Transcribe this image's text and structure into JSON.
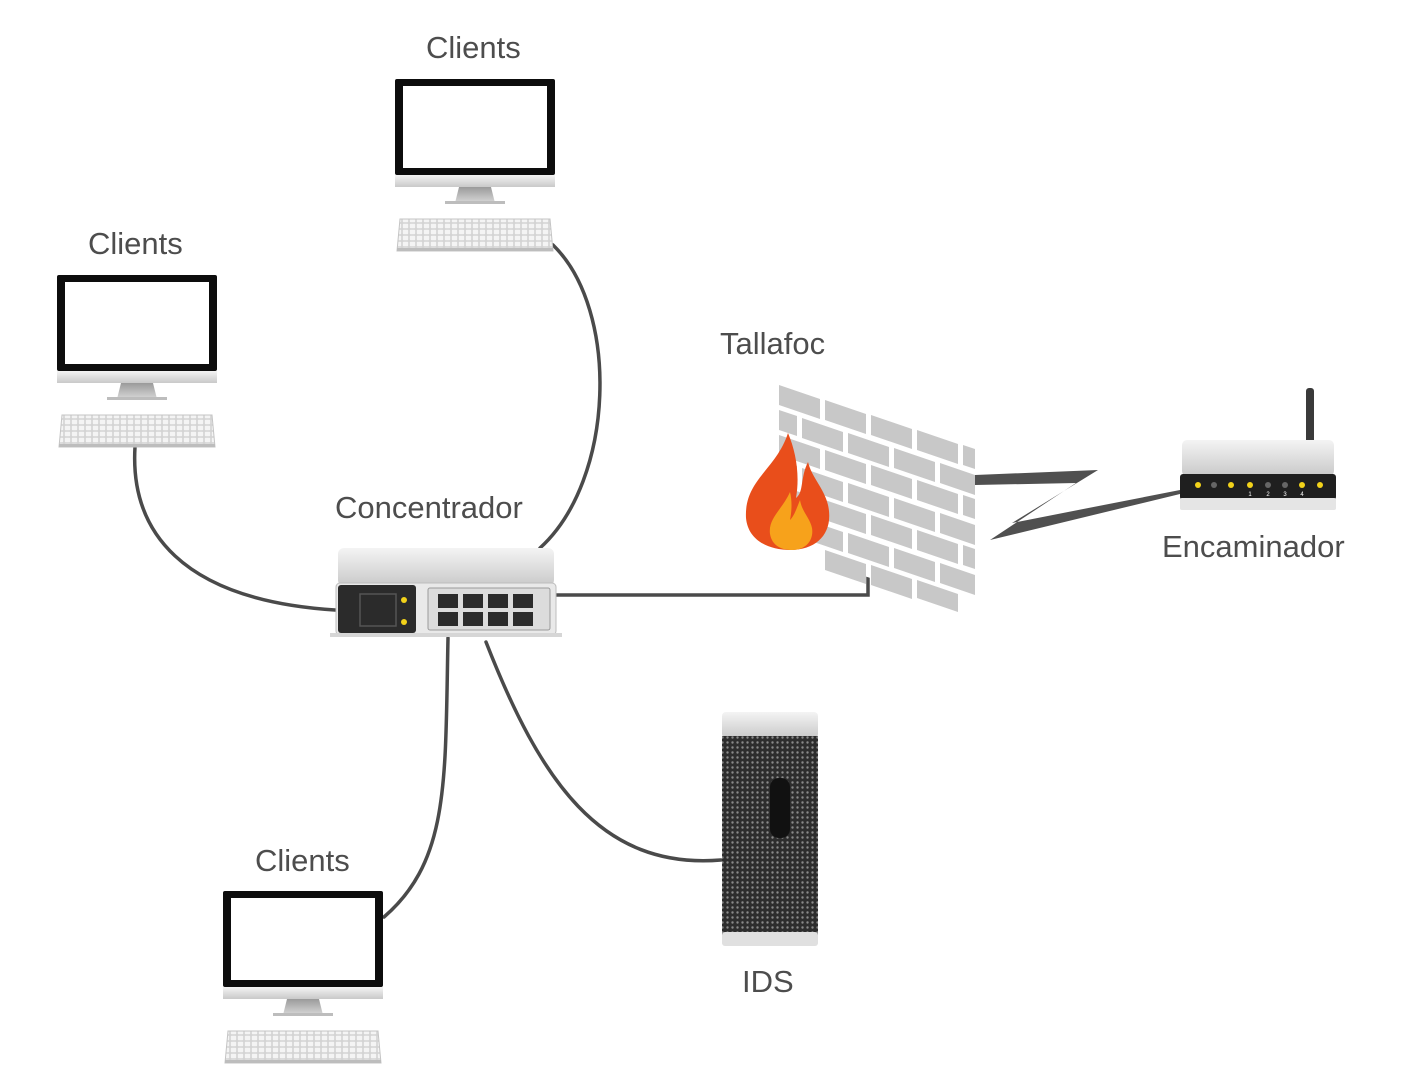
{
  "labels": {
    "clients_top": "Clients",
    "clients_left": "Clients",
    "clients_bottom": "Clients",
    "hub": "Concentrador",
    "firewall": "Tallafoc",
    "router": "Encaminador",
    "ids": "IDS"
  },
  "router_ports": [
    "1",
    "2",
    "3",
    "4"
  ],
  "colors": {
    "cable": "#4a4a4a",
    "text": "#4d4d4d",
    "led": "#f2d21a",
    "flame_outer": "#e94e1b",
    "flame_inner": "#f7a21b",
    "brick": "#c8c8c8"
  },
  "icons": {
    "client": "desktop-computer-icon",
    "hub": "network-hub-icon",
    "firewall": "brick-wall-fire-icon",
    "router": "wireless-router-icon",
    "ids": "tower-server-icon"
  }
}
